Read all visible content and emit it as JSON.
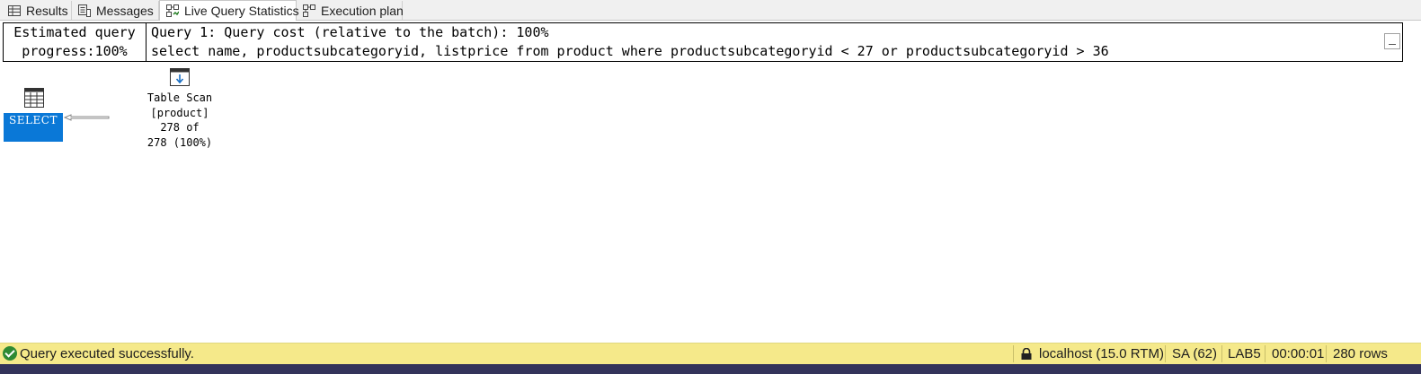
{
  "tabs": [
    {
      "label": "Results",
      "icon": "grid-icon",
      "active": false
    },
    {
      "label": "Messages",
      "icon": "messages-icon",
      "active": false
    },
    {
      "label": "Live Query Statistics",
      "icon": "live-stats-icon",
      "active": true
    },
    {
      "label": "Execution plan",
      "icon": "execution-plan-icon",
      "active": false
    }
  ],
  "header": {
    "progress_line1": "Estimated query",
    "progress_line2": "progress:100%",
    "query_line1": "Query 1: Query cost (relative to the batch): 100%",
    "query_line2": "select name, productsubcategoryid, listprice from product where productsubcategoryid < 27 or productsubcategoryid > 36"
  },
  "plan": {
    "select_label": "SELECT",
    "scan": {
      "title": "Table Scan",
      "object": "[product]",
      "rows_line": "278 of",
      "total_line": "278 (100%)"
    }
  },
  "status": {
    "message": "Query executed successfully.",
    "server": "localhost (15.0 RTM)",
    "user": "SA (62)",
    "database": "LAB5",
    "elapsed": "00:00:01",
    "rows": "280 rows",
    "bar_color": "#f5e98a",
    "select_color": "#0a78d7"
  }
}
